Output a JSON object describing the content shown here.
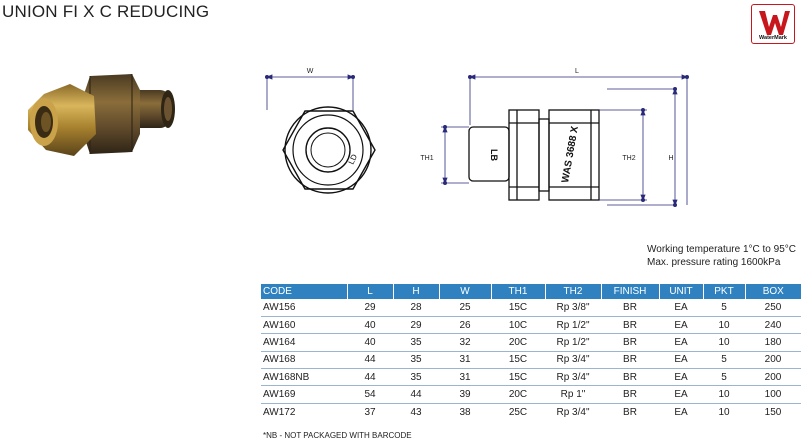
{
  "title": "UNION FI X C REDUCING",
  "logo": {
    "text": "WaterMark",
    "color": "#c8161d"
  },
  "drawing": {
    "dim_w": "W",
    "dim_l": "L",
    "dim_th1": "TH1",
    "dim_th2": "TH2",
    "dim_h": "H",
    "end_mark": "LD",
    "side_mark_1": "LB",
    "side_mark_2": "WAS 3688 X"
  },
  "specs": {
    "line1": "Working temperature 1°C to 95°C",
    "line2": "Max. pressure rating 1600kPa"
  },
  "table": {
    "headers": [
      "CODE",
      "L",
      "H",
      "W",
      "TH1",
      "TH2",
      "FINISH",
      "UNIT",
      "PKT",
      "BOX"
    ],
    "rows": [
      [
        "AW156",
        "29",
        "28",
        "25",
        "15C",
        "Rp 3/8\"",
        "BR",
        "EA",
        "5",
        "250"
      ],
      [
        "AW160",
        "40",
        "29",
        "26",
        "10C",
        "Rp 1/2\"",
        "BR",
        "EA",
        "10",
        "240"
      ],
      [
        "AW164",
        "40",
        "35",
        "32",
        "20C",
        "Rp 1/2\"",
        "BR",
        "EA",
        "10",
        "180"
      ],
      [
        "AW168",
        "44",
        "35",
        "31",
        "15C",
        "Rp 3/4\"",
        "BR",
        "EA",
        "5",
        "200"
      ],
      [
        "AW168NB",
        "44",
        "35",
        "31",
        "15C",
        "Rp 3/4\"",
        "BR",
        "EA",
        "5",
        "200"
      ],
      [
        "AW169",
        "54",
        "44",
        "39",
        "20C",
        "Rp 1\"",
        "BR",
        "EA",
        "10",
        "100"
      ],
      [
        "AW172",
        "37",
        "43",
        "38",
        "25C",
        "Rp 3/4\"",
        "BR",
        "EA",
        "10",
        "150"
      ]
    ]
  },
  "footnote": "*NB - NOT PACKAGED WITH BARCODE"
}
